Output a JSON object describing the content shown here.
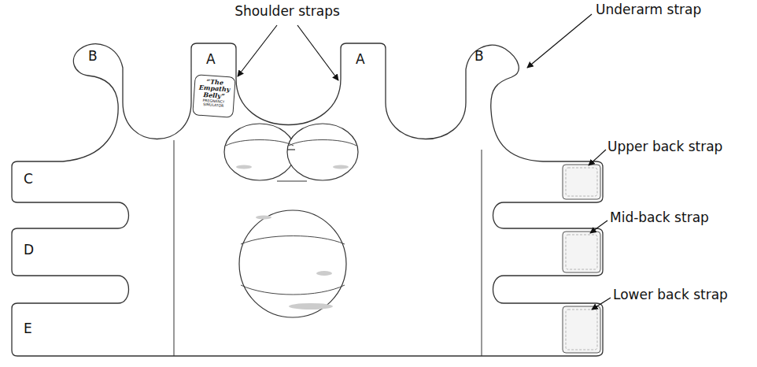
{
  "diagram": {
    "nodes": [
      {
        "text": [
          "“The Empathy Belly”",
          "PREGNANCY SIMULATOR"
        ]
      }
    ],
    "labels": [
      "Shoulder straps",
      "A",
      "A",
      "B",
      "B",
      "Underarm strap",
      "Upper back strap",
      "C",
      "Mid-back strap",
      "D",
      "Lower back strap",
      "E"
    ]
  }
}
